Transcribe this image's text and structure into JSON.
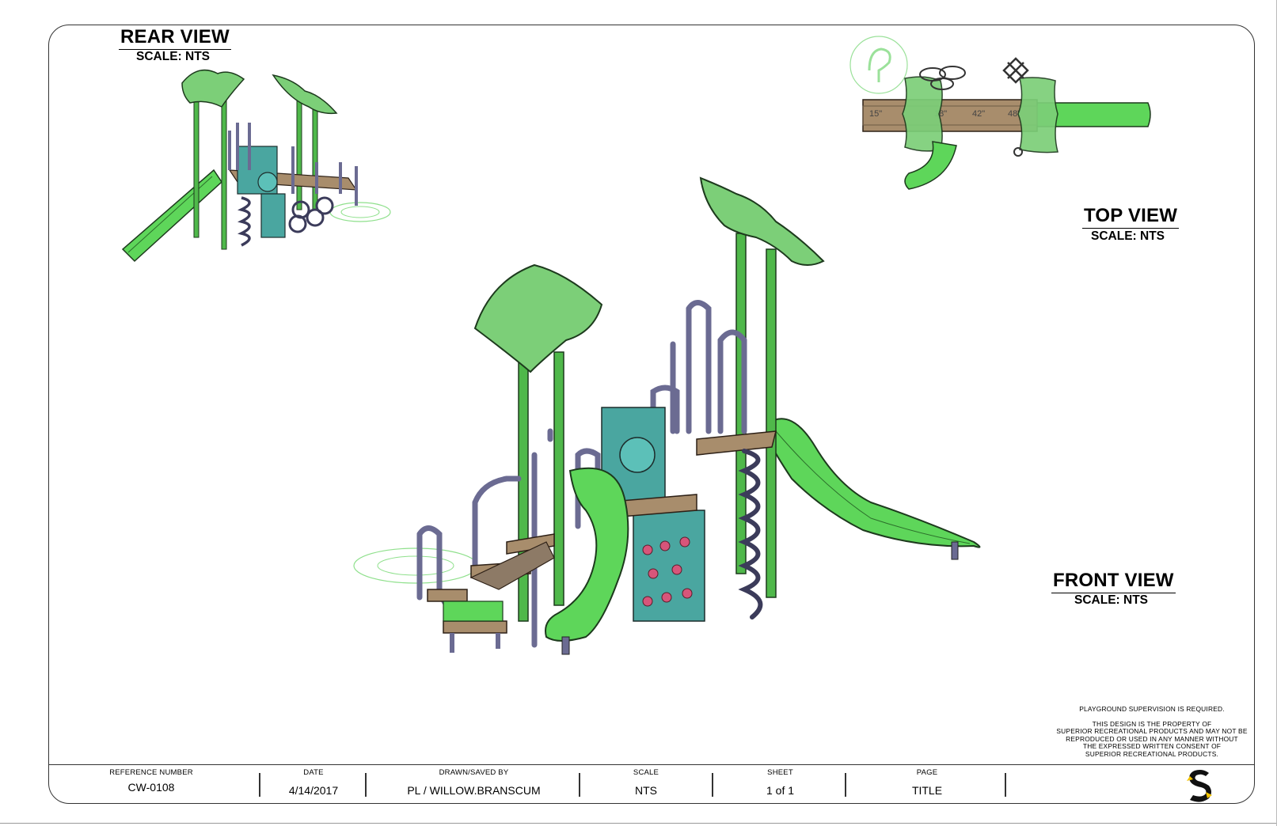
{
  "views": {
    "rear": {
      "title": "REAR VIEW",
      "scale": "SCALE: NTS"
    },
    "top": {
      "title": "TOP VIEW",
      "scale": "SCALE: NTS"
    },
    "front": {
      "title": "FRONT VIEW",
      "scale": "SCALE: NTS"
    }
  },
  "deck_heights": [
    "15\"",
    "18\"",
    "42\"",
    "48\""
  ],
  "notes": {
    "supervision": "PLAYGROUND SUPERVISION IS REQUIRED.",
    "property_lines": [
      "THIS DESIGN IS THE PROPERTY OF",
      "SUPERIOR RECREATIONAL PRODUCTS AND MAY NOT BE",
      "REPRODUCED OR USED IN ANY MANNER WITHOUT",
      "THE EXPRESSED WRITTEN CONSENT OF",
      "SUPERIOR RECREATIONAL PRODUCTS."
    ]
  },
  "title_block": {
    "reference": {
      "label": "REFERENCE NUMBER",
      "value": "CW-0108"
    },
    "date": {
      "label": "DATE",
      "value": "4/14/2017"
    },
    "drawn": {
      "label": "DRAWN/SAVED BY",
      "value": "PL / WILLOW.BRANSCUM"
    },
    "scale": {
      "label": "SCALE",
      "value": "NTS"
    },
    "sheet": {
      "label": "SHEET",
      "value": "1 of 1"
    },
    "page": {
      "label": "PAGE",
      "value": "TITLE"
    }
  },
  "colors": {
    "roof": "#7ccf78",
    "slide": "#5ed65a",
    "post": "#4fb84a",
    "rail": "#6b6b92",
    "deck": "#a88d6c",
    "panel": "#4aa6a0",
    "holds": "#d7557a",
    "logo_yellow": "#f4c400"
  },
  "logo": {
    "icon": "superior-s-logo-icon"
  }
}
